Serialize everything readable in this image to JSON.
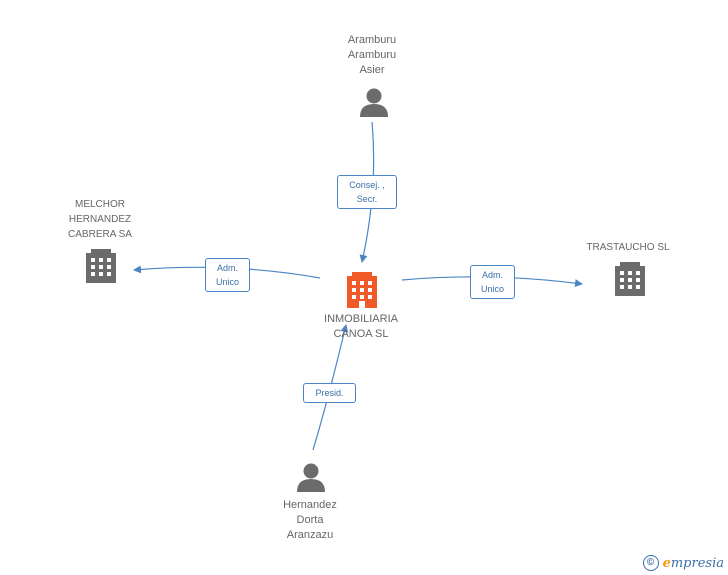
{
  "nodes": {
    "center": {
      "label": "INMOBILIARIA\nCANOA SL",
      "kind": "company",
      "highlight": true,
      "icon": "building-icon"
    },
    "top": {
      "label": "Aramburu\nAramburu\nAsier",
      "kind": "person",
      "icon": "person-icon"
    },
    "left": {
      "label": "MELCHOR\nHERNANDEZ\nCABRERA SA",
      "kind": "company",
      "icon": "building-icon"
    },
    "right": {
      "label": "TRASTAUCHO SL",
      "kind": "company",
      "icon": "building-icon"
    },
    "bottom": {
      "label": "Hernandez\nDorta\nAranzazu",
      "kind": "person",
      "icon": "person-icon"
    }
  },
  "edges": {
    "top": "Consej. ,\nSecr.",
    "left": "Adm.\nUnico",
    "right": "Adm.\nUnico",
    "bottom": "Presid."
  },
  "colors": {
    "edge": "#4a86c5",
    "icon": "#6b6b6b",
    "highlight": "#f05a28"
  },
  "footer": {
    "copyright": "©",
    "brand_initial": "e",
    "brand_rest": "mpresia"
  }
}
